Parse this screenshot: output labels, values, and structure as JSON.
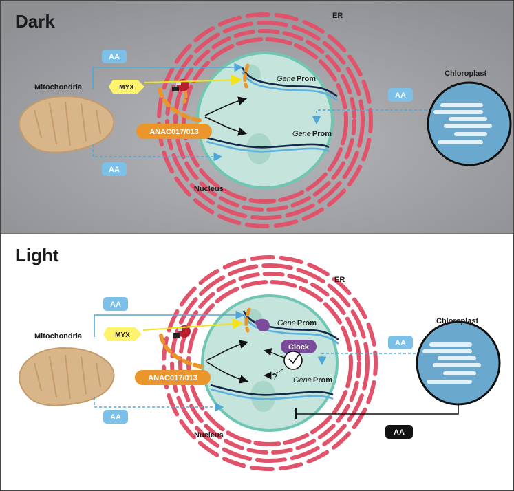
{
  "panels": [
    {
      "key": "dark",
      "title": "Dark",
      "er_label": "ER",
      "nucleus_label": "Nucleus",
      "mito_label": "Mitochondria",
      "chloro_label": "Chloroplast",
      "myx_label": "MYX",
      "anac_label": "ANAC017/013",
      "gene_word": "Gene",
      "prom_word": "Prom",
      "aa_label": "AA"
    },
    {
      "key": "light",
      "title": "Light",
      "er_label": "ER",
      "nucleus_label": "Nucleus",
      "mito_label": "Mitochondria",
      "chloro_label": "Chloroplast",
      "myx_label": "MYX",
      "anac_label": "ANAC017/013",
      "gene_word": "Gene",
      "prom_word": "Prom",
      "aa_label": "AA",
      "clock_label": "Clock",
      "question_mark": "?"
    }
  ],
  "colors": {
    "dark_bg": "#9c9da1",
    "er": "#e0536a",
    "nucleus_fill": "#c5e4dc",
    "nucleus_stroke": "#6ec6b3",
    "mito_fill": "#d9b58a",
    "chloro_fill": "#6aa9cd",
    "aa_box": "#7cc0e8",
    "aa_text": "#ffffff",
    "aa_black": "#111111",
    "myx_box": "#fff36e",
    "anac_box": "#ea962a",
    "arrow_cyan": "#4fa8d8",
    "arrow_yellow": "#f4e21a",
    "dna_dark": "#14284b",
    "dna_light": "#5cb0df",
    "clock_fill": "#7c4a9b",
    "pol": "#a9d6c9"
  }
}
